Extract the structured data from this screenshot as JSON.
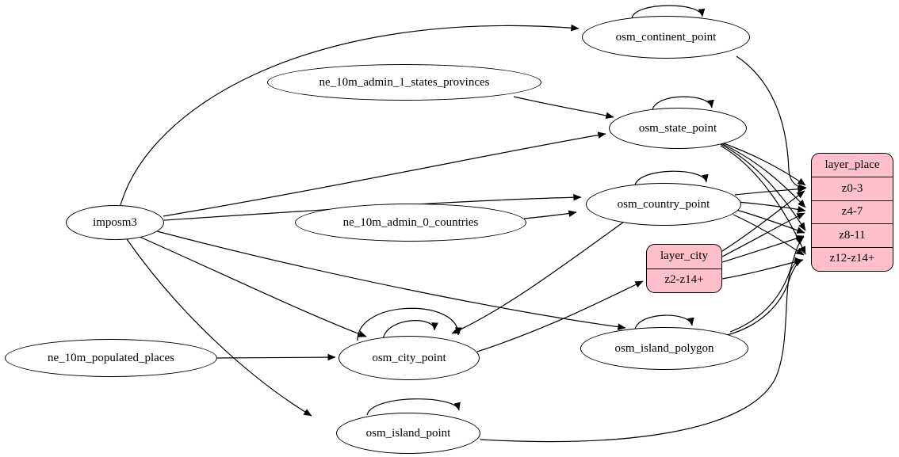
{
  "diagram_type": "etl-graph",
  "colors": {
    "background": "#ffffff",
    "node_fill": "#ffffff",
    "record_fill": "#ffc0cb",
    "stroke": "#000000"
  },
  "nodes": {
    "imposm3": {
      "label": "imposm3",
      "shape": "ellipse"
    },
    "ne_10m_admin_1_states_provinces": {
      "label": "ne_10m_admin_1_states_provinces",
      "shape": "ellipse"
    },
    "ne_10m_admin_0_countries": {
      "label": "ne_10m_admin_0_countries",
      "shape": "ellipse"
    },
    "ne_10m_populated_places": {
      "label": "ne_10m_populated_places",
      "shape": "ellipse"
    },
    "osm_continent_point": {
      "label": "osm_continent_point",
      "shape": "ellipse"
    },
    "osm_state_point": {
      "label": "osm_state_point",
      "shape": "ellipse"
    },
    "osm_country_point": {
      "label": "osm_country_point",
      "shape": "ellipse"
    },
    "osm_city_point": {
      "label": "osm_city_point",
      "shape": "ellipse"
    },
    "osm_island_polygon": {
      "label": "osm_island_polygon",
      "shape": "ellipse"
    },
    "osm_island_point": {
      "label": "osm_island_point",
      "shape": "ellipse"
    }
  },
  "records": {
    "layer_city": {
      "title": "layer_city",
      "rows": [
        "z2-z14+"
      ]
    },
    "layer_place": {
      "title": "layer_place",
      "rows": [
        "z0-3",
        "z4-7",
        "z8-11",
        "z12-z14+"
      ]
    }
  },
  "edges": [
    {
      "from": "imposm3",
      "to": "osm_continent_point"
    },
    {
      "from": "imposm3",
      "to": "osm_state_point"
    },
    {
      "from": "imposm3",
      "to": "osm_country_point"
    },
    {
      "from": "imposm3",
      "to": "osm_city_point"
    },
    {
      "from": "imposm3",
      "to": "osm_island_polygon"
    },
    {
      "from": "imposm3",
      "to": "osm_island_point"
    },
    {
      "from": "ne_10m_admin_1_states_provinces",
      "to": "osm_state_point"
    },
    {
      "from": "ne_10m_admin_0_countries",
      "to": "osm_country_point"
    },
    {
      "from": "ne_10m_populated_places",
      "to": "osm_city_point"
    },
    {
      "from": "osm_continent_point",
      "to": "osm_continent_point",
      "self_loop": true
    },
    {
      "from": "osm_state_point",
      "to": "osm_state_point",
      "self_loop": true
    },
    {
      "from": "osm_country_point",
      "to": "osm_country_point",
      "self_loop": true
    },
    {
      "from": "osm_city_point",
      "to": "osm_city_point",
      "self_loop": true
    },
    {
      "from": "osm_city_point",
      "to": "osm_city_point",
      "self_loop": true
    },
    {
      "from": "osm_island_polygon",
      "to": "osm_island_polygon",
      "self_loop": true
    },
    {
      "from": "osm_island_point",
      "to": "osm_island_point",
      "self_loop": true
    },
    {
      "from": "osm_country_point",
      "to": "osm_city_point"
    },
    {
      "from": "osm_city_point",
      "to": "layer_city:z2-z14+"
    },
    {
      "from": "osm_continent_point",
      "to": "layer_place:z0-3"
    },
    {
      "from": "osm_state_point",
      "to": "layer_place:z0-3"
    },
    {
      "from": "osm_state_point",
      "to": "layer_place:z4-7"
    },
    {
      "from": "osm_state_point",
      "to": "layer_place:z8-11"
    },
    {
      "from": "osm_state_point",
      "to": "layer_place:z12-z14+"
    },
    {
      "from": "osm_country_point",
      "to": "layer_place:z0-3"
    },
    {
      "from": "osm_country_point",
      "to": "layer_place:z4-7"
    },
    {
      "from": "osm_country_point",
      "to": "layer_place:z8-11"
    },
    {
      "from": "osm_country_point",
      "to": "layer_place:z12-z14+"
    },
    {
      "from": "layer_city:z2-z14+",
      "to": "layer_place:z0-3"
    },
    {
      "from": "layer_city:z2-z14+",
      "to": "layer_place:z4-7"
    },
    {
      "from": "layer_city:z2-z14+",
      "to": "layer_place:z8-11"
    },
    {
      "from": "layer_city:z2-z14+",
      "to": "layer_place:z12-z14+"
    },
    {
      "from": "osm_island_polygon",
      "to": "layer_place:z8-11"
    },
    {
      "from": "osm_island_polygon",
      "to": "layer_place:z12-z14+"
    },
    {
      "from": "osm_island_point",
      "to": "layer_place:z12-z14+"
    }
  ]
}
